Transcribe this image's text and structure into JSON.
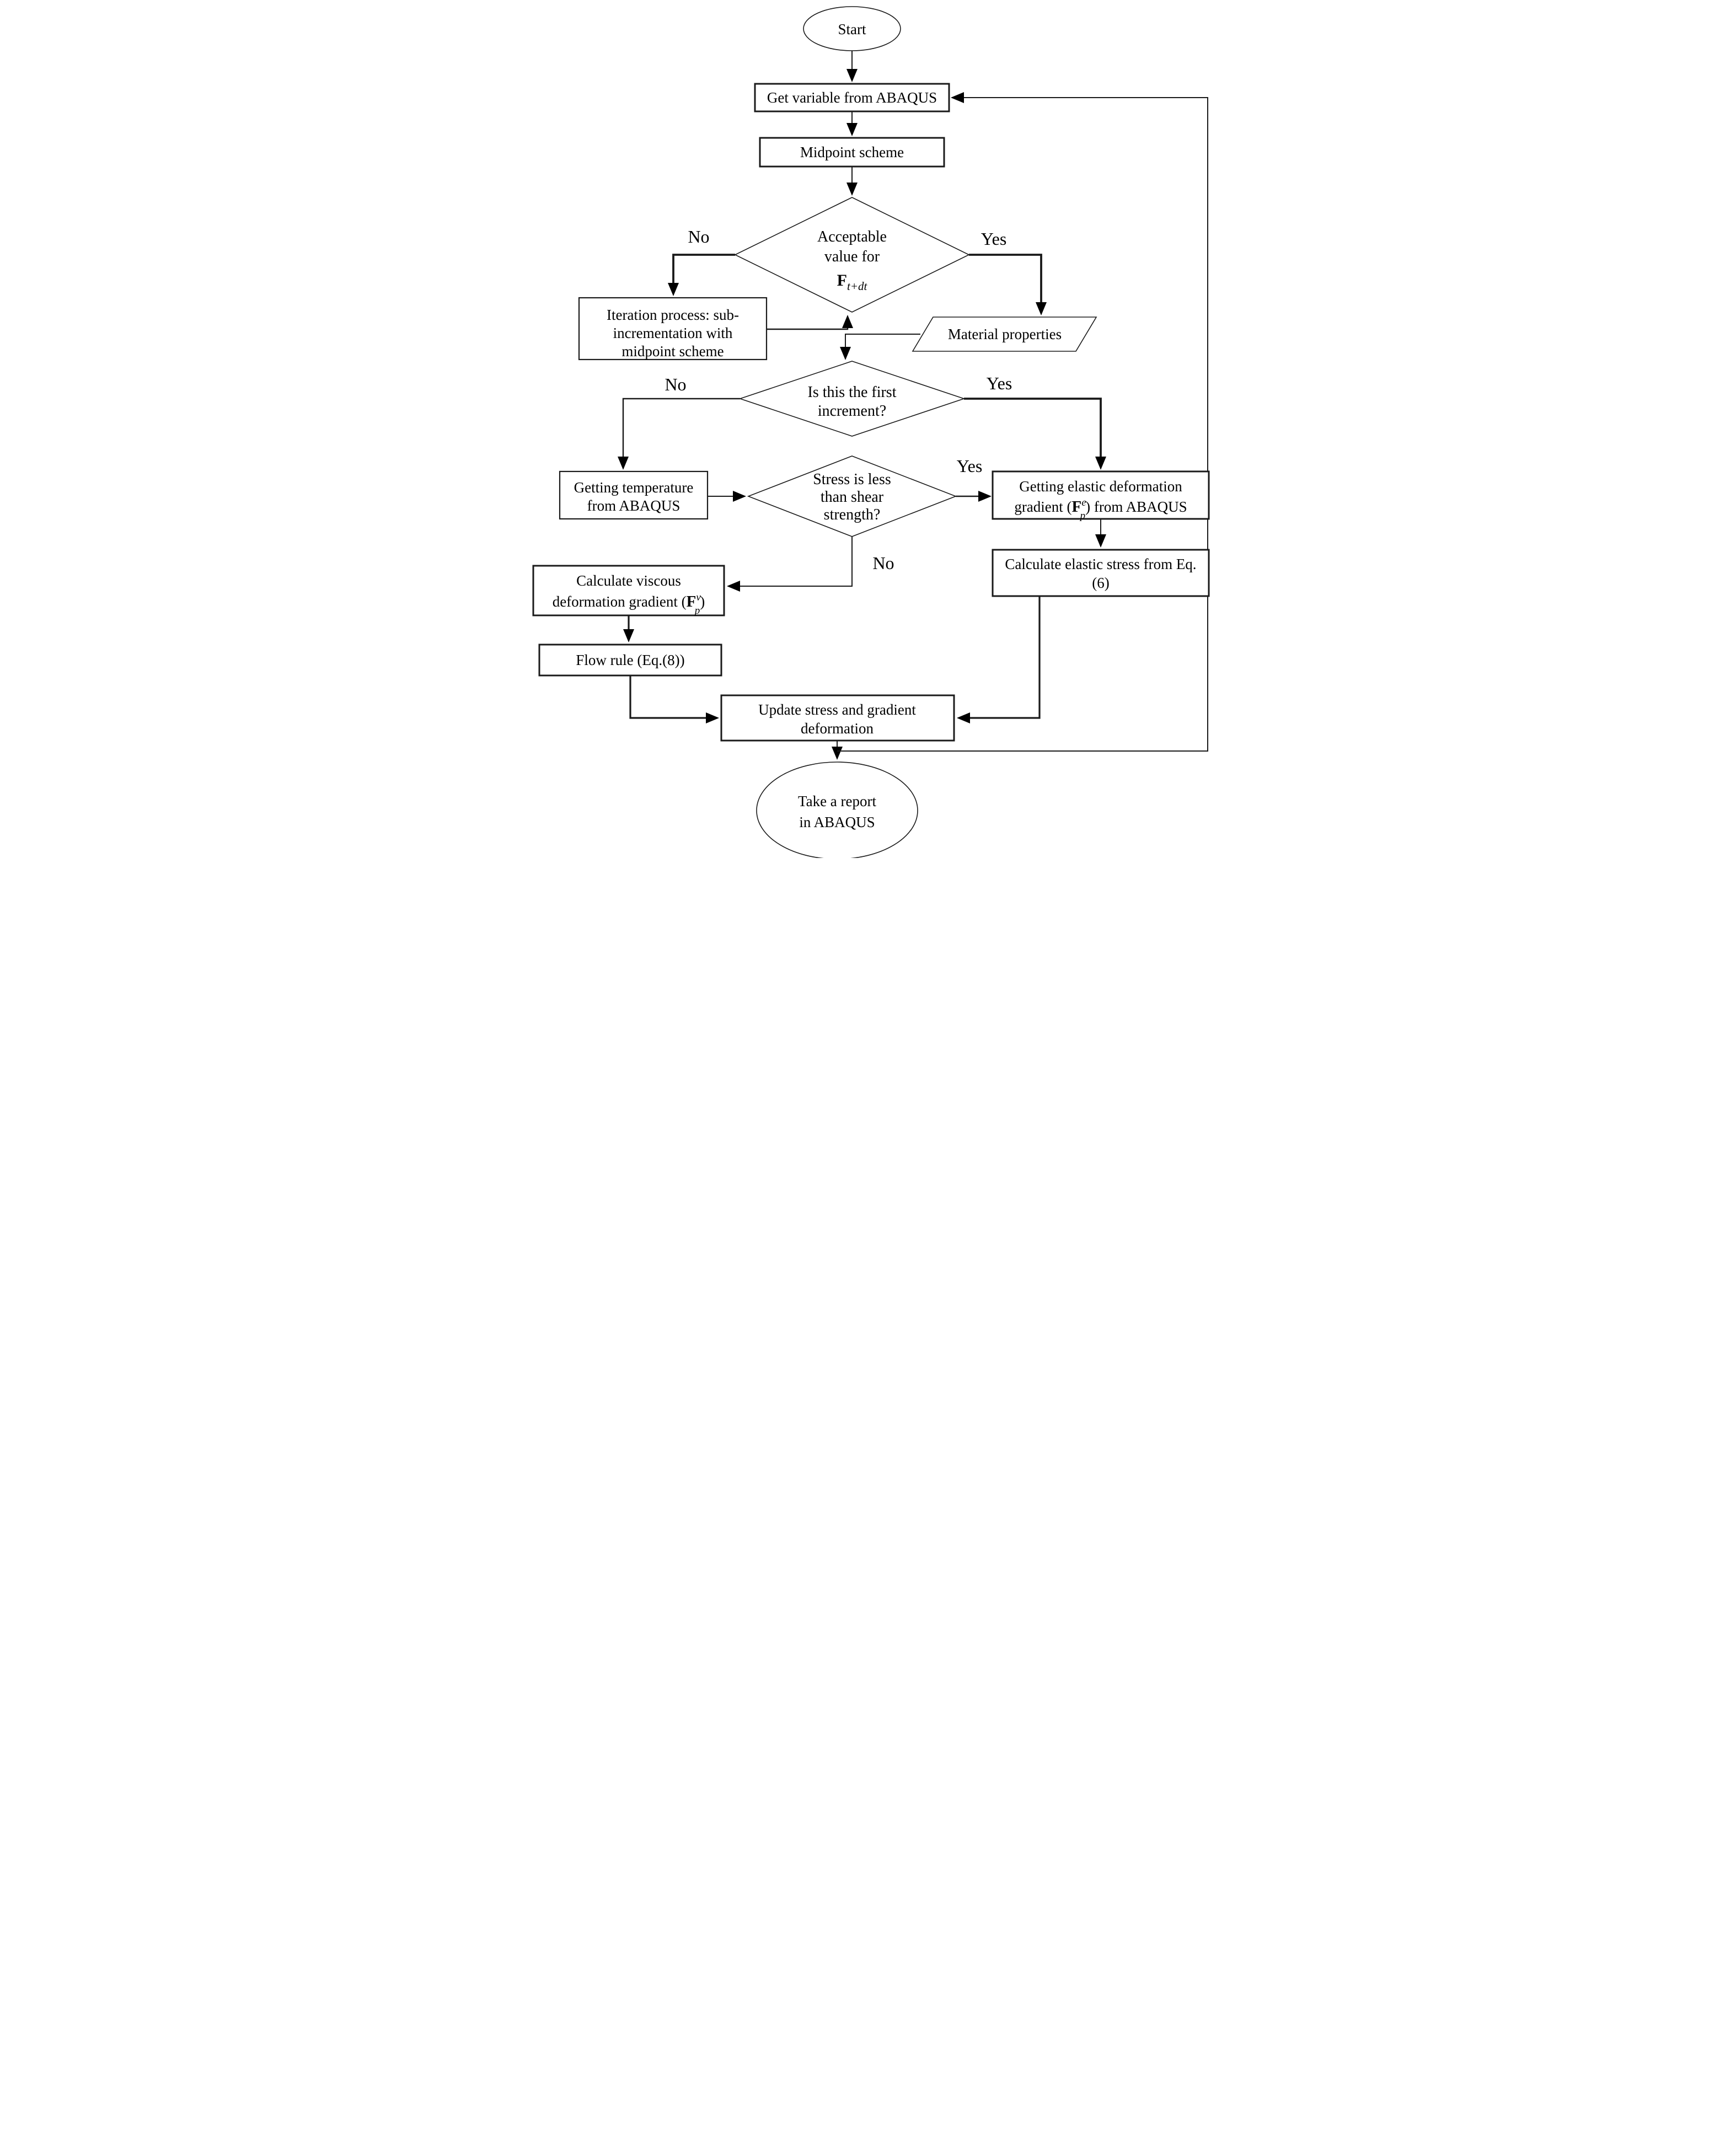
{
  "nodes": {
    "start": {
      "label": "Start"
    },
    "get_variable": {
      "label": "Get variable  from ABAQUS"
    },
    "midpoint": {
      "label": "Midpoint scheme"
    },
    "accept_f": {
      "line1": "Acceptable",
      "line2": "value for",
      "formula_base": "F",
      "formula_sub": "t+dt"
    },
    "iteration": {
      "line1": "Iteration process: sub-",
      "line2": "incrementation  with",
      "line3": "midpoint scheme"
    },
    "material": {
      "label": "Material  properties"
    },
    "first_increment": {
      "line1": "Is this  the first",
      "line2": "increment?"
    },
    "temperature": {
      "line1": "Getting  temperature",
      "line2": "from ABAQUS"
    },
    "stress_check": {
      "line1": "Stress is less",
      "line2": "than  shear",
      "line3": "strength?"
    },
    "elastic_gradient": {
      "line1": "Getting  elastic  deformation",
      "line2_pre": "gradient  (",
      "formula_base": "F",
      "formula_sup": "e",
      "formula_sub": "p",
      "line2_post": ")  from ABAQUS"
    },
    "elastic_stress": {
      "line1": "Calculate  elastic  stress from Eq.",
      "line2": "(6)"
    },
    "viscous_gradient": {
      "line1": "Calculate  viscous",
      "line2_pre": "deformation gradient  (",
      "formula_base": "F",
      "formula_sup": "v",
      "formula_sub": "p",
      "line2_post": ")"
    },
    "flow_rule": {
      "label": "Flow rule (Eq.(8))"
    },
    "update": {
      "line1": "Update stress and  gradient",
      "line2": "deformation"
    },
    "report": {
      "line1": "Take a report",
      "line2": "in ABAQUS"
    }
  },
  "labels": {
    "d1_no": "No",
    "d1_yes": "Yes",
    "d2_no": "No",
    "d2_yes": "Yes",
    "d3_yes": "Yes",
    "d3_no": "No"
  },
  "colors": {
    "stroke": "#1a1a1a",
    "background": "#ffffff"
  }
}
